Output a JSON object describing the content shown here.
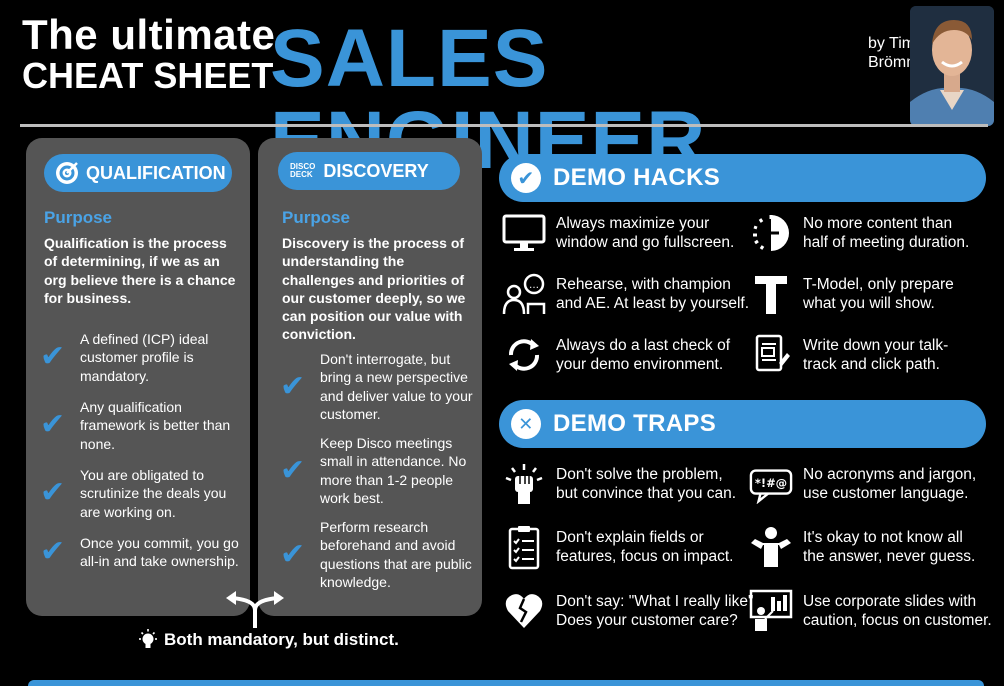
{
  "header": {
    "title_line1": "The ultimate",
    "title_line2": "CHEAT SHEET",
    "title_big": "SALES ENGINEER",
    "byline_1": "by Tim",
    "byline_2": "Brömme"
  },
  "qualification": {
    "label": "QUALIFICATION",
    "purpose_heading": "Purpose",
    "purpose_text": "Qualification is the process of determining, if we as an org believe there is a chance for business.",
    "items": [
      "A defined (ICP) ideal customer profile is mandatory.",
      "Any qualification framework is better than none.",
      "You are obligated to scrutinize the deals you are working on.",
      "Once you commit, you go all-in and take ownership."
    ]
  },
  "discovery": {
    "label": "DISCOVERY",
    "icon_text_1": "DISCO",
    "icon_text_2": "DECK",
    "purpose_heading": "Purpose",
    "purpose_text": "Discovery is the process of understanding the challenges and priorities of our customer deeply, so we can position our value with conviction.",
    "items": [
      "Don't interrogate, but bring a new perspective and deliver value to your customer.",
      "Keep Disco meetings small in attendance. No more than 1-2 people work best.",
      "Perform research beforehand and avoid questions that are public knowledge."
    ]
  },
  "footer": {
    "text": "Both mandatory, but distinct."
  },
  "demo_hacks": {
    "title": "DEMO HACKS",
    "items": [
      {
        "icon": "monitor-icon",
        "line1": "Always maximize your",
        "line2": "window and go fullscreen."
      },
      {
        "icon": "half-clock-icon",
        "line1": "No more content than",
        "line2": "half of meeting duration."
      },
      {
        "icon": "rehearse-icon",
        "line1": "Rehearse, with champion",
        "line2": "and AE. At least by yourself."
      },
      {
        "icon": "t-model-icon",
        "line1": "T-Model, only prepare",
        "line2": "what you will show."
      },
      {
        "icon": "refresh-icon",
        "line1": "Always do a last check of",
        "line2": "your demo environment."
      },
      {
        "icon": "script-icon",
        "line1": "Write down your talk-",
        "line2": "track and click path."
      }
    ]
  },
  "demo_traps": {
    "title": "DEMO TRAPS",
    "items": [
      {
        "icon": "fist-icon",
        "line1": "Don't solve the problem,",
        "line2": "but convince that you can."
      },
      {
        "icon": "jargon-icon",
        "icon_text": "*!#@",
        "line1": "No acronyms and jargon,",
        "line2": "use customer language."
      },
      {
        "icon": "checklist-icon",
        "line1": "Don't explain fields or",
        "line2": "features, focus on impact."
      },
      {
        "icon": "shrug-icon",
        "line1": "It's okay to not know all",
        "line2": "the answer, never guess."
      },
      {
        "icon": "broken-heart-icon",
        "line1": "Don't say: \"What I really like\"",
        "line2": "Does your customer care?"
      },
      {
        "icon": "presentation-icon",
        "line1": "Use corporate slides with",
        "line2": "caution, focus on customer."
      }
    ]
  }
}
